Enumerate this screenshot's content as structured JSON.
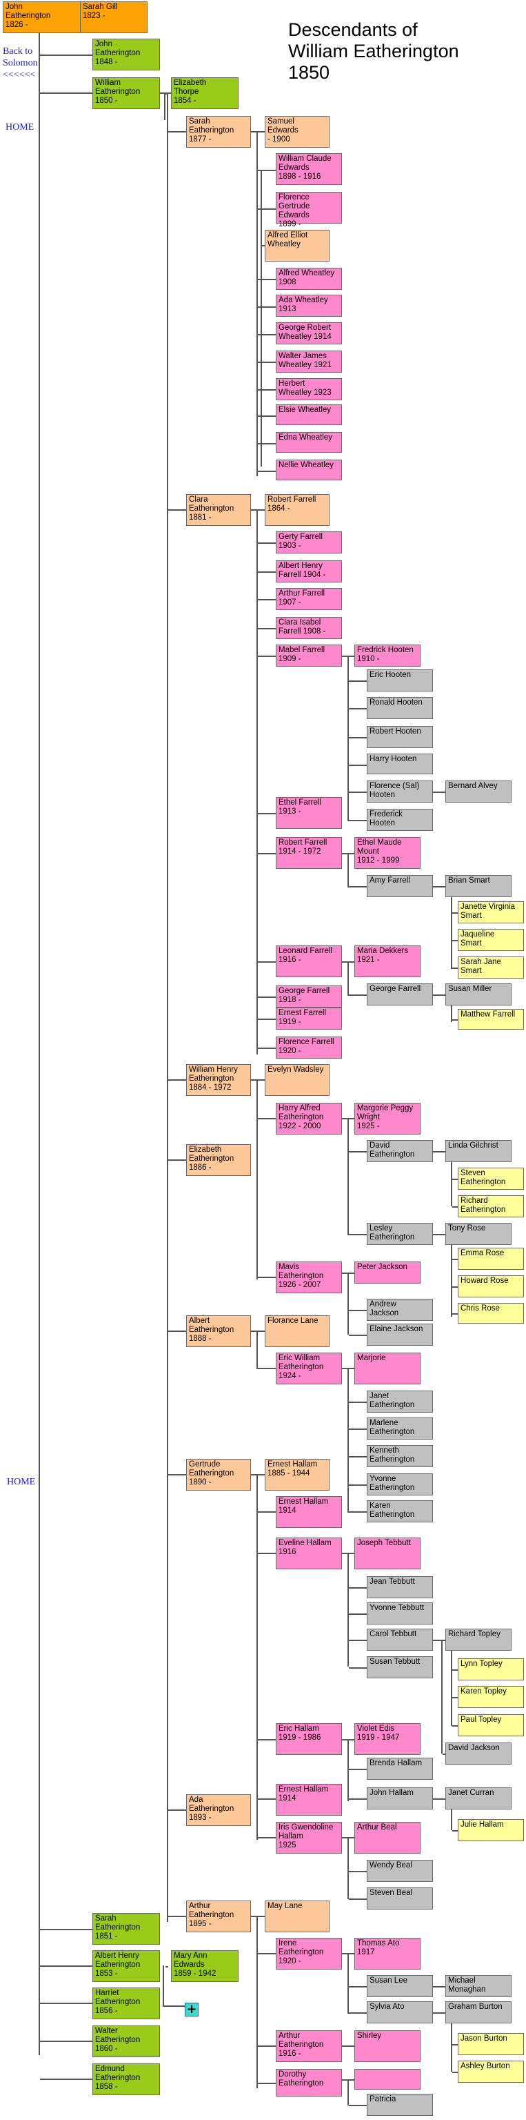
{
  "title": "Descendants of\nWilliam Eatherington\n1850",
  "nav": {
    "back": "Back to\nSolomon\n<<<<<<",
    "home_top": "HOME",
    "home_bottom": "HOME"
  },
  "expand_label": "+",
  "colors": {
    "orange": "#ffa305",
    "green": "#99cc1a",
    "peach": "#ffc899",
    "pink": "#ff88cc",
    "gray": "#c0c0c0",
    "yellow": "#ffff99"
  },
  "people": [
    {
      "text": "John\nEatherington\n1826 -",
      "color": "orange"
    },
    {
      "text": "Sarah Gill\n1823 -",
      "color": "orange"
    },
    {
      "text": "John\nEatherington\n1848 -",
      "color": "green"
    },
    {
      "text": "William\nEatherington\n1850 -",
      "color": "green"
    },
    {
      "text": "Elizabeth\nThorpe\n1854 -",
      "color": "green"
    },
    {
      "text": "Sarah\nEatherington\n1877 -",
      "color": "peach"
    },
    {
      "text": "Samuel\nEdwards\n  - 1900",
      "color": "peach"
    },
    {
      "text": "William Claude\nEdwards\n1898 - 1916",
      "color": "pink"
    },
    {
      "text": "Florence Gertrude\nEdwards\n1899 -",
      "color": "pink"
    },
    {
      "text": "Alfred Elliot\nWheatley",
      "color": "peach"
    },
    {
      "text": "Alfred Wheatley\n1908",
      "color": "pink"
    },
    {
      "text": "Ada Wheatley\n1913",
      "color": "pink"
    },
    {
      "text": "George Robert\nWheatley 1914",
      "color": "pink"
    },
    {
      "text": "Walter James\nWheatley 1921",
      "color": "pink"
    },
    {
      "text": "Herbert\nWheatley  1923",
      "color": "pink"
    },
    {
      "text": "Elsie Wheatley",
      "color": "pink"
    },
    {
      "text": "Edna Wheatley",
      "color": "pink"
    },
    {
      "text": "Nellie Wheatley",
      "color": "pink"
    },
    {
      "text": "Clara\nEatherington\n1881 -",
      "color": "peach"
    },
    {
      "text": "Robert Farrell\n1864 -",
      "color": "peach"
    },
    {
      "text": "Gerty Farrell\n1903 -",
      "color": "pink"
    },
    {
      "text": "Albert Henry\nFarrell  1904 -",
      "color": "pink"
    },
    {
      "text": "Arthur Farrell\n1907 -",
      "color": "pink"
    },
    {
      "text": "Clara Isabel\nFarrell  1908 -",
      "color": "pink"
    },
    {
      "text": "Mabel Farrell\n1909 -",
      "color": "pink"
    },
    {
      "text": "Fredrick Hooten\n1910 -",
      "color": "pink"
    },
    {
      "text": "Eric Hooten",
      "color": "gray"
    },
    {
      "text": "Ronald Hooten",
      "color": "gray"
    },
    {
      "text": "Robert Hooten",
      "color": "gray"
    },
    {
      "text": "Harry Hooten",
      "color": "gray"
    },
    {
      "text": "Florence (Sal)\nHooten",
      "color": "gray"
    },
    {
      "text": "Bernard Alvey",
      "color": "gray"
    },
    {
      "text": "Frederick\nHooten",
      "color": "gray"
    },
    {
      "text": "Ethel Farrell\n1913 -",
      "color": "pink"
    },
    {
      "text": "Robert Farrell\n1914 - 1972",
      "color": "pink"
    },
    {
      "text": "Ethel Maude\nMount\n1912 - 1999",
      "color": "pink"
    },
    {
      "text": "Amy Farrell",
      "color": "gray"
    },
    {
      "text": "Brian Smart",
      "color": "gray"
    },
    {
      "text": "Janette Virginia\nSmart",
      "color": "yellow"
    },
    {
      "text": "Jaqueline\nSmart",
      "color": "yellow"
    },
    {
      "text": "Sarah Jane\nSmart",
      "color": "yellow"
    },
    {
      "text": "Leonard Farrell\n1916 -",
      "color": "pink"
    },
    {
      "text": "Maria  Dekkers\n1921 -",
      "color": "pink"
    },
    {
      "text": "George Farrell",
      "color": "gray"
    },
    {
      "text": "Susan Miller",
      "color": "gray"
    },
    {
      "text": "Matthew Farrell",
      "color": "yellow"
    },
    {
      "text": "George Farrell\n1918 -",
      "color": "pink"
    },
    {
      "text": "Ernest Farrell\n1919 -",
      "color": "pink"
    },
    {
      "text": "Florence Farrell\n1920 -",
      "color": "pink"
    },
    {
      "text": "William Henry\nEatherington\n1884 - 1972",
      "color": "peach"
    },
    {
      "text": "Evelyn Wadsley",
      "color": "peach"
    },
    {
      "text": "Harry Alfred\nEatherington\n1922 - 2000",
      "color": "pink"
    },
    {
      "text": "Margorie Peggy\nWright\n1925 -",
      "color": "pink"
    },
    {
      "text": "David\nEatherington",
      "color": "gray"
    },
    {
      "text": "Linda Gilchrist",
      "color": "gray"
    },
    {
      "text": "Steven\nEatherington",
      "color": "yellow"
    },
    {
      "text": "Richard\nEatherington",
      "color": "yellow"
    },
    {
      "text": "Lesley\nEatherington",
      "color": "gray"
    },
    {
      "text": "Tony Rose",
      "color": "gray"
    },
    {
      "text": "Emma Rose",
      "color": "yellow"
    },
    {
      "text": "Howard Rose",
      "color": "yellow"
    },
    {
      "text": "Chris Rose",
      "color": "yellow"
    },
    {
      "text": "Elizabeth\nEatherington\n1886 -",
      "color": "peach"
    },
    {
      "text": "Mavis\nEatherington\n1926 - 2007",
      "color": "pink"
    },
    {
      "text": "Peter Jackson",
      "color": "pink"
    },
    {
      "text": "Andrew\nJackson",
      "color": "gray"
    },
    {
      "text": "Elaine Jackson",
      "color": "gray"
    },
    {
      "text": "Albert\nEatherington\n1888 -",
      "color": "peach"
    },
    {
      "text": "Florance Lane",
      "color": "peach"
    },
    {
      "text": "Eric William\nEatherington\n1924 -",
      "color": "pink"
    },
    {
      "text": "Marjorie",
      "color": "pink"
    },
    {
      "text": "Janet\nEatherington",
      "color": "gray"
    },
    {
      "text": "Marlene\nEatherington",
      "color": "gray"
    },
    {
      "text": "Kenneth\nEatherington",
      "color": "gray"
    },
    {
      "text": "Yvonne\nEatherington",
      "color": "gray"
    },
    {
      "text": "Karen\nEatherington",
      "color": "gray"
    },
    {
      "text": "Gertrude\nEatherington\n1890 -",
      "color": "peach"
    },
    {
      "text": "Ernest Hallam\n1885 - 1944",
      "color": "peach"
    },
    {
      "text": "Ernest Hallam\n1914",
      "color": "pink"
    },
    {
      "text": "Eveline Hallam\n1916",
      "color": "pink"
    },
    {
      "text": "Joseph Tebbutt",
      "color": "pink"
    },
    {
      "text": "Jean Tebbutt",
      "color": "gray"
    },
    {
      "text": "Yvonne Tebbutt",
      "color": "gray"
    },
    {
      "text": "Carol Tebbutt",
      "color": "gray"
    },
    {
      "text": "Richard Topley",
      "color": "gray"
    },
    {
      "text": "Lynn Topley",
      "color": "yellow"
    },
    {
      "text": "Karen Topley",
      "color": "yellow"
    },
    {
      "text": "Paul Topley",
      "color": "yellow"
    },
    {
      "text": "David Jackson",
      "color": "gray"
    },
    {
      "text": "Susan Tebbutt",
      "color": "gray"
    },
    {
      "text": "Eric Hallam\n1919 - 1986",
      "color": "pink"
    },
    {
      "text": "Violet Edis\n1919 - 1947",
      "color": "pink"
    },
    {
      "text": "Brenda Hallam",
      "color": "gray"
    },
    {
      "text": "Ernest Hallam\n1914",
      "color": "pink"
    },
    {
      "text": "John Hallam",
      "color": "gray"
    },
    {
      "text": "Janet Curran",
      "color": "gray"
    },
    {
      "text": "Julie Hallam",
      "color": "yellow"
    },
    {
      "text": "Ada\nEatherington\n1893 -",
      "color": "peach"
    },
    {
      "text": "Iris Gwendoline\nHallam\n1925",
      "color": "pink"
    },
    {
      "text": "Arthur Beal",
      "color": "pink"
    },
    {
      "text": "Wendy Beal",
      "color": "gray"
    },
    {
      "text": "Steven Beal",
      "color": "gray"
    },
    {
      "text": "Sarah\nEatherington\n1851 -",
      "color": "green"
    },
    {
      "text": "Arthur\nEatherington\n1895 -",
      "color": "peach"
    },
    {
      "text": "May Lane",
      "color": "peach"
    },
    {
      "text": "Albert Henry\nEatherington\n1853 -",
      "color": "green"
    },
    {
      "text": "Mary Ann\nEdwards\n1859 - 1942",
      "color": "green"
    },
    {
      "text": "Irene\nEatherington\n1920 -",
      "color": "pink"
    },
    {
      "text": "Thomas Ato\n1917",
      "color": "pink"
    },
    {
      "text": "Harriet\nEatherington\n1856 -",
      "color": "green"
    },
    {
      "text": "Susan Lee",
      "color": "gray"
    },
    {
      "text": "Michael\nMonaghan",
      "color": "gray"
    },
    {
      "text": "Sylvia Ato",
      "color": "gray"
    },
    {
      "text": "Graham Burton",
      "color": "gray"
    },
    {
      "text": "Walter\nEatherington\n1860 -",
      "color": "green"
    },
    {
      "text": "Arthur\nEatherington\n1916 -",
      "color": "pink"
    },
    {
      "text": "Shirley",
      "color": "pink"
    },
    {
      "text": "Jason Burton",
      "color": "yellow"
    },
    {
      "text": "Edmund\nEatherington\n1858 -",
      "color": "green"
    },
    {
      "text": "Ashley Burton",
      "color": "yellow"
    },
    {
      "text": "Dorothy\nEatherington",
      "color": "pink"
    },
    {
      "text": "",
      "color": "pink"
    },
    {
      "text": "Patricia",
      "color": "gray"
    }
  ]
}
